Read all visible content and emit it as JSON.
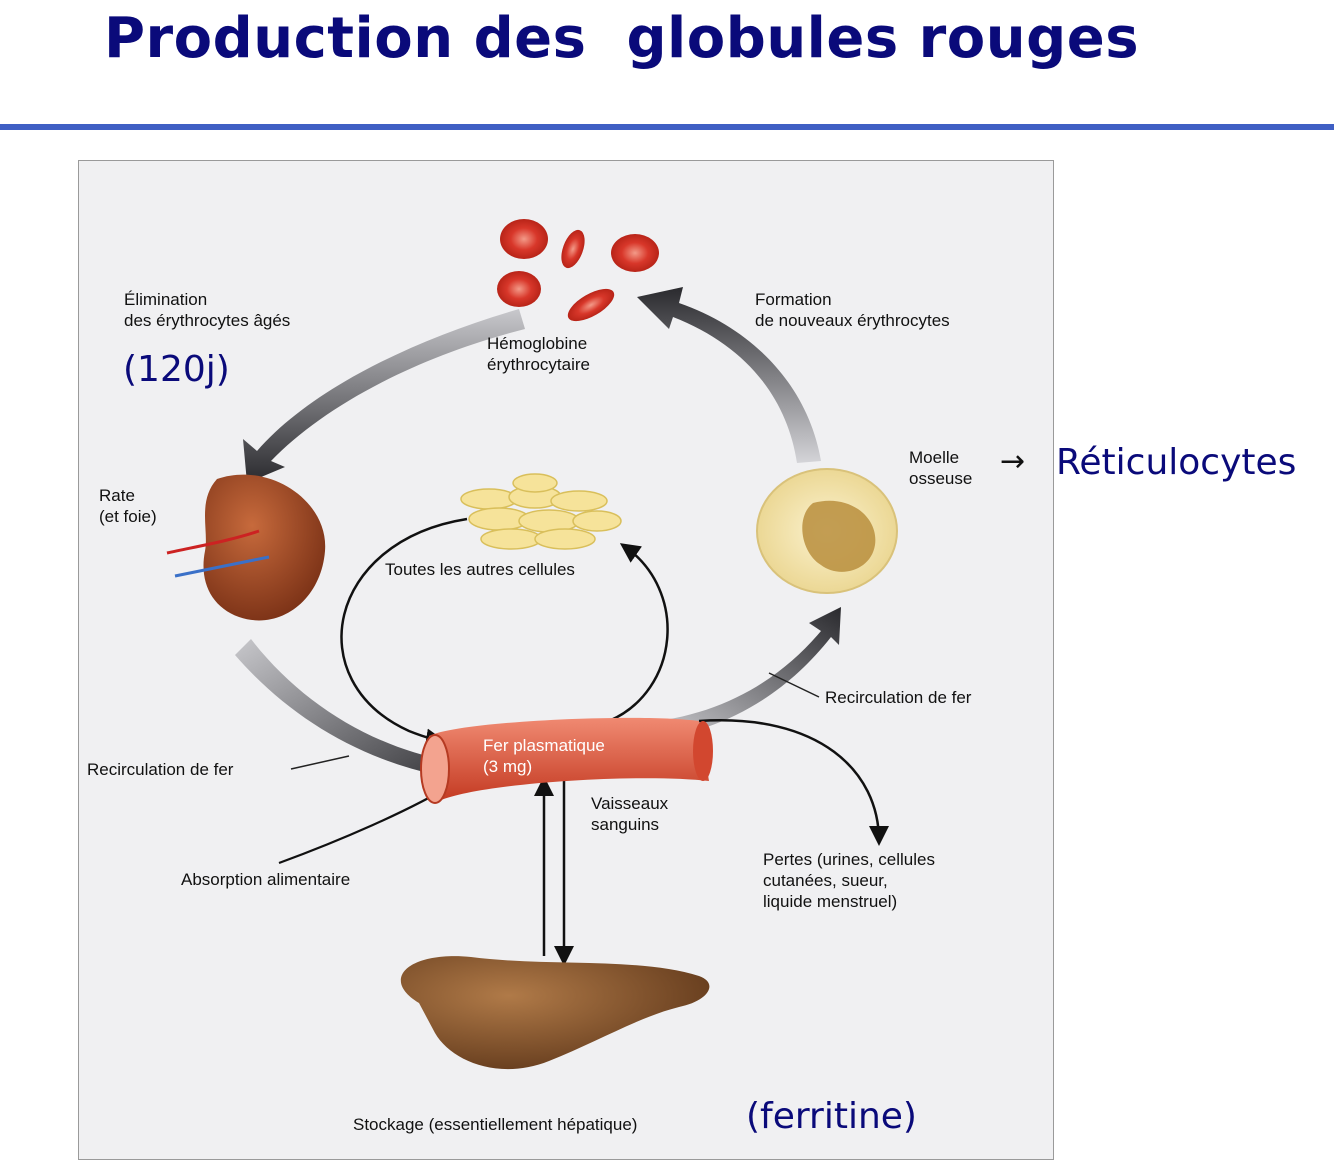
{
  "title": "Production des  globules rouges",
  "diagram": {
    "labels": {
      "elimination": "Élimination\ndes érythrocytes âgés",
      "hemoglobin": "Hémoglobine\nérythrocytaire",
      "formation": "Formation\nde nouveaux érythrocytes",
      "marrow": "Moelle\nosseuse",
      "spleen": "Rate\n(et foie)",
      "other_cells": "Toutes les autres cellules",
      "iron_recirc_right": "Recirculation de fer",
      "iron_recirc_left": "Recirculation de fer",
      "plasma_iron": "Fer plasmatique\n(3 mg)",
      "vessels": "Vaisseaux\nsanguins",
      "losses": "Pertes (urines, cellules\ncutanées, sueur,\nliquide menstruel)",
      "absorption": "Absorption alimentaire",
      "storage": "Stockage (essentiellement hépatique)"
    },
    "colors": {
      "title": "#0a0a7a",
      "rule": "#3f5fc4",
      "rbc": "#d8372a",
      "vessel": "#e0533e",
      "liver": "#7a4a25",
      "spleen": "#8b3a1a",
      "marrow": "#f3e6b8"
    },
    "icons": [
      "red-blood-cell-icon",
      "spleen-icon",
      "fat-cells-icon",
      "bone-marrow-icon",
      "blood-vessel-icon",
      "liver-icon"
    ]
  },
  "annotations": {
    "lifespan": "(120j)",
    "reticulocytes": "Réticulocytes",
    "reticulocytes_arrow": "→",
    "ferritin": "(ferritine)"
  }
}
